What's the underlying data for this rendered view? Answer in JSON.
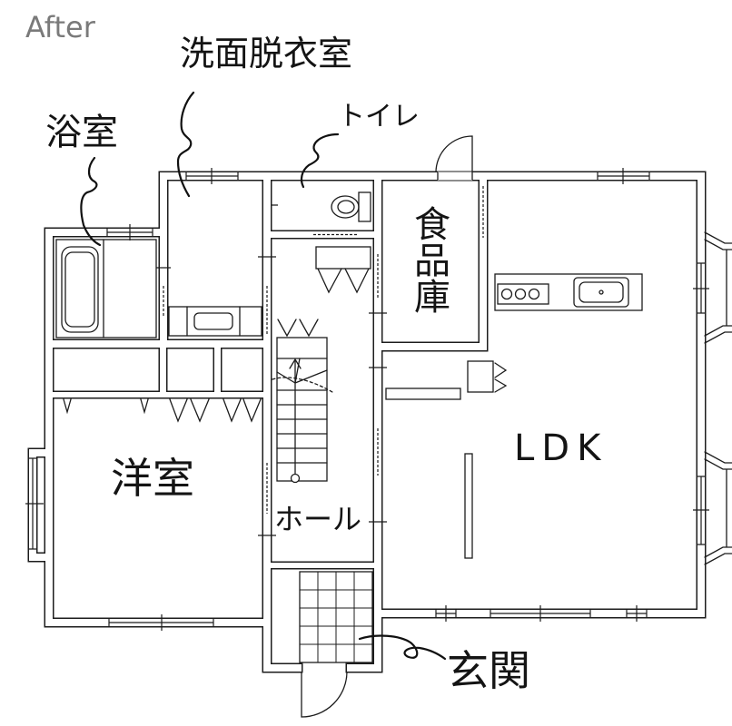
{
  "header": {
    "title": "After"
  },
  "rooms": {
    "washroom": "洗面脱衣室",
    "bath": "浴室",
    "toilet": "トイレ",
    "pantry": "食品庫",
    "ldk": "LDK",
    "western_room": "洋室",
    "hall": "ホール",
    "entrance": "玄関"
  },
  "colors": {
    "ink": "#1c1c1c",
    "title": "#7a7a7a",
    "paper": "#ffffff"
  }
}
